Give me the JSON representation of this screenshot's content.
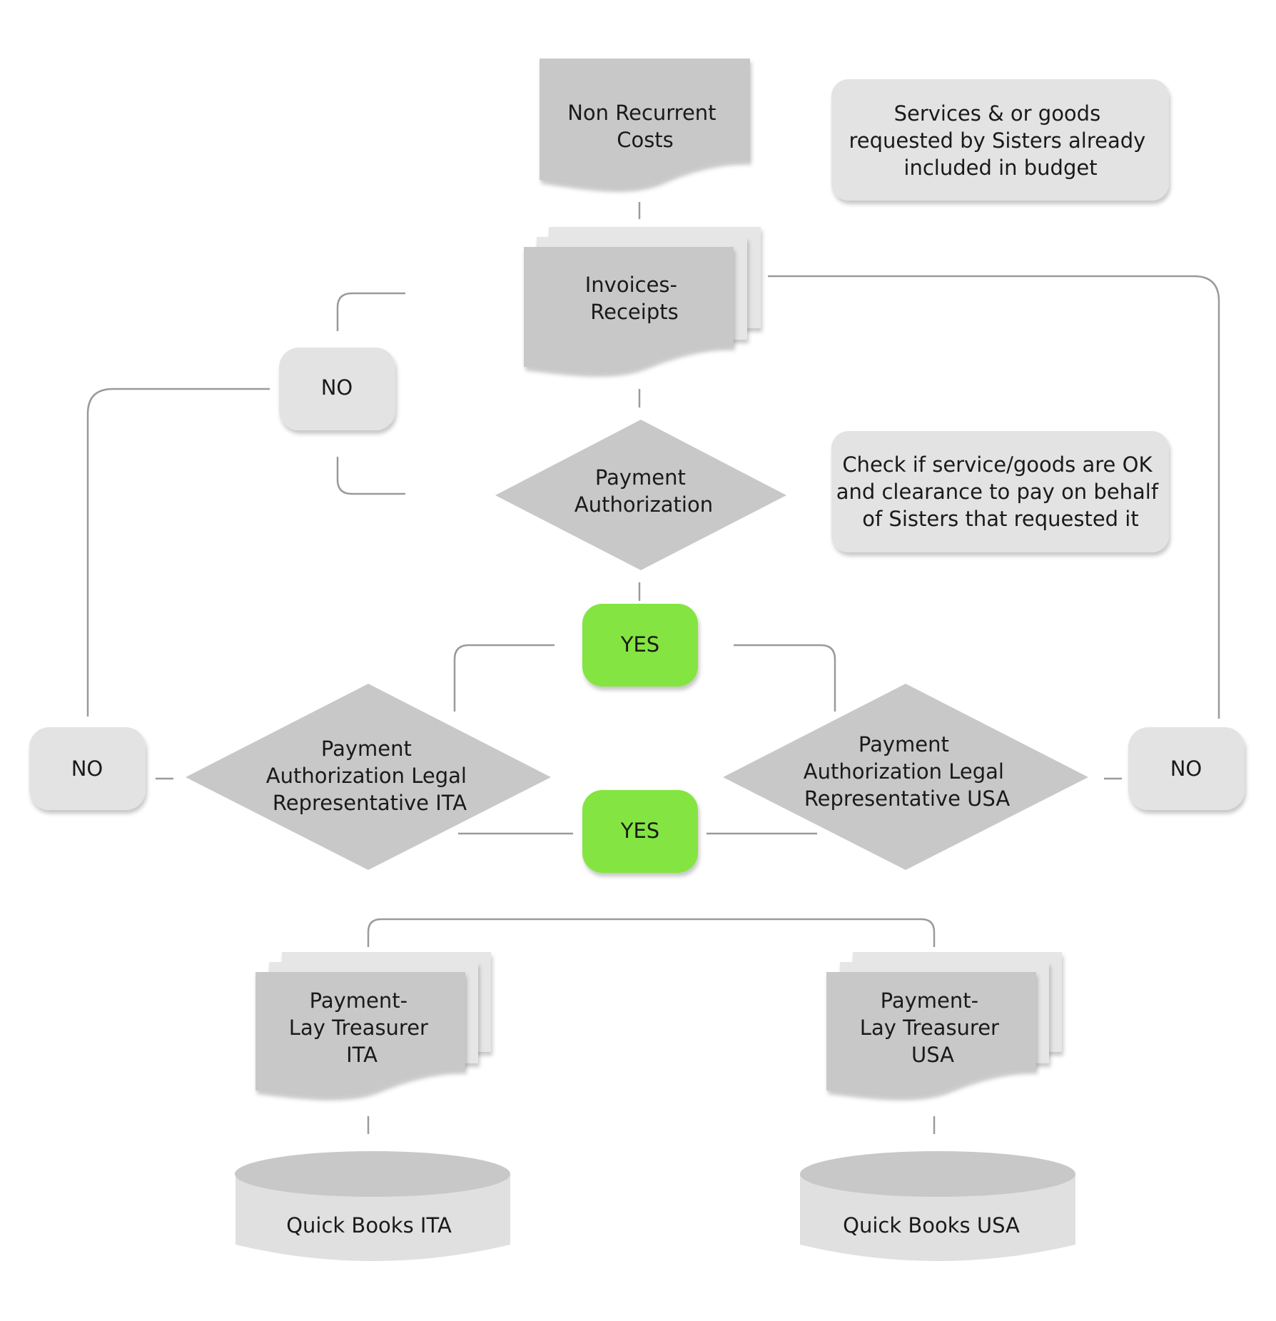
{
  "colors": {
    "shape": "#c8c8c8",
    "note": "#e3e3e3",
    "yes": "#84e542",
    "connector": "#9a9a9a"
  },
  "nodes": {
    "non_recurrent": [
      "Non Recurrent",
      "Costs"
    ],
    "services_note": [
      "Services & or goods",
      "requested by Sisters already",
      "included in budget"
    ],
    "invoices": [
      "Invoices-",
      "Receipts"
    ],
    "no_top": "NO",
    "payment_auth": [
      "Payment",
      "Authorization"
    ],
    "check_note": [
      "Check if service/goods are OK",
      "and clearance to pay on behalf",
      "of Sisters that requested it"
    ],
    "yes_top": "YES",
    "ita_auth": [
      "Payment",
      "Authorization Legal",
      "Representative ITA"
    ],
    "usa_auth": [
      "Payment",
      "Authorization Legal",
      "Representative USA"
    ],
    "no_left": "NO",
    "no_right": "NO",
    "yes_mid": "YES",
    "ita_payment": [
      "Payment-",
      "Lay Treasurer",
      "ITA"
    ],
    "usa_payment": [
      "Payment-",
      "Lay Treasurer",
      "USA"
    ],
    "qb_ita": "Quick Books ITA",
    "qb_usa": "Quick Books USA"
  }
}
